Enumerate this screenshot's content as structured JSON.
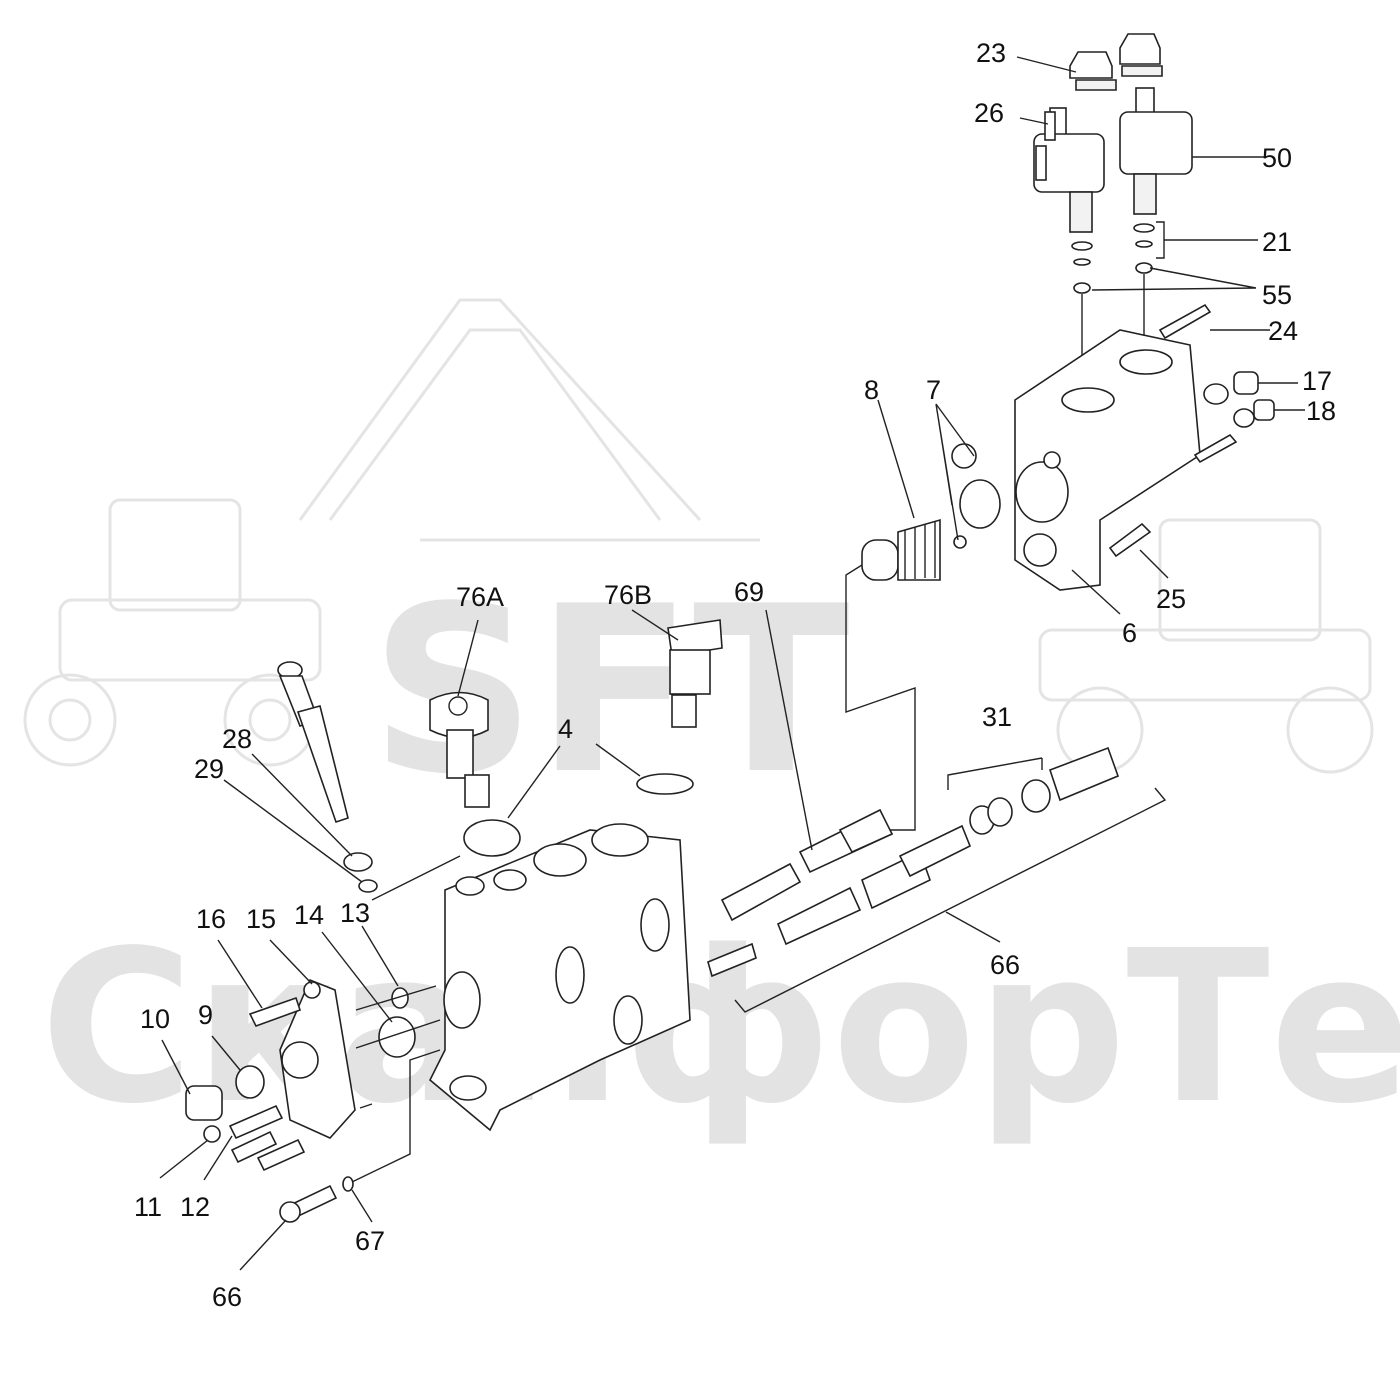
{
  "watermark": {
    "brand": "SFT",
    "name": "СканфорТек"
  },
  "labels": {
    "l23": "23",
    "l26": "26",
    "l50": "50",
    "l21": "21",
    "l55": "55",
    "l24": "24",
    "l17": "17",
    "l18": "18",
    "l8": "8",
    "l7": "7",
    "l25": "25",
    "l6": "6",
    "l76A": "76A",
    "l76B": "76B",
    "l69": "69",
    "l4": "4",
    "l28": "28",
    "l29": "29",
    "l31": "31",
    "l16": "16",
    "l15": "15",
    "l14": "14",
    "l13": "13",
    "l10": "10",
    "l9": "9",
    "l66a": "66",
    "l11": "11",
    "l12": "12",
    "l67": "67",
    "l66b": "66"
  },
  "colors": {
    "line": "#222222",
    "watermark": "#e3e3e3"
  }
}
